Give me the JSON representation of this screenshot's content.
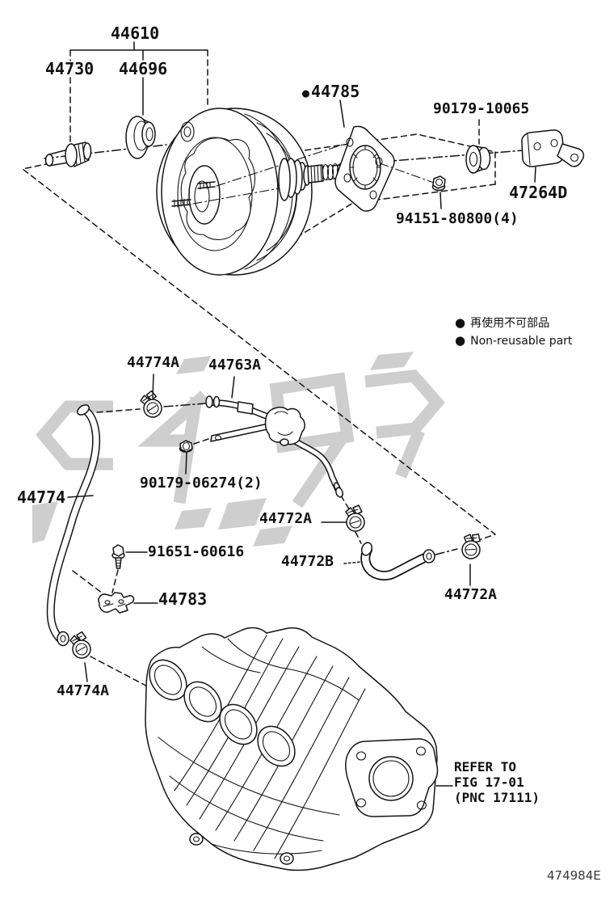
{
  "diagram": {
    "bullet": "●",
    "drawing_code": "474984E",
    "legend": {
      "jp": "再使用不可部品",
      "en": "Non-reusable part"
    },
    "refer": {
      "l1": "REFER TO",
      "l2": "FIG 17-01",
      "l3": "(PNC 17111)"
    }
  },
  "labels": [
    {
      "text": "44610"
    },
    {
      "text": "44730"
    },
    {
      "text": "44696"
    },
    {
      "text": "44785"
    },
    {
      "text": "90179-10065"
    },
    {
      "text": "47264D"
    },
    {
      "text": "94151-80800(4)"
    },
    {
      "text": "44774A"
    },
    {
      "text": "44763A"
    },
    {
      "text": "90179-06274(2)"
    },
    {
      "text": "44774"
    },
    {
      "text": "44772A"
    },
    {
      "text": "91651-60616"
    },
    {
      "text": "44772B"
    },
    {
      "text": "44783"
    },
    {
      "text": "44772A"
    },
    {
      "text": "44774A"
    }
  ]
}
